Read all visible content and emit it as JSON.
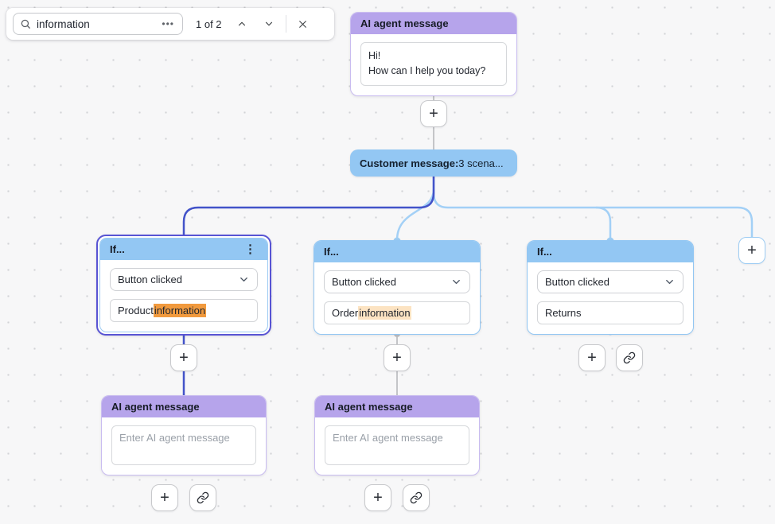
{
  "search_bar": {
    "query": "information",
    "overflow_glyph": "•••",
    "result_count": "1 of 2"
  },
  "icons": {
    "plus_glyph": "+",
    "kebab_vertical_glyph": "⋮"
  },
  "colors": {
    "canvas_background": "#f7f7f8",
    "ai_header_purple": "#b6a4eb",
    "if_header_blue": "#93c7f3",
    "customer_node_blue": "#93c7f3",
    "selected_ring_indigo": "#5854d4",
    "active_path_line": "#4353c9",
    "branch_line_light_blue": "#a3d0f6",
    "idle_line_gray": "#c4c5c8",
    "match_highlight_active": "#f19a3e",
    "match_highlight_inactive": "#fce3c2"
  },
  "nodes": {
    "ai_top": {
      "title": "AI agent message",
      "message_line1": "Hi!",
      "message_line2": "How can I help you today?"
    },
    "customer": {
      "label_bold": "Customer message:",
      "label_rest": "3 scena..."
    },
    "if_nodes": [
      {
        "title": "If...",
        "condition": "Button clicked",
        "text_before": "Product ",
        "match_text": "information"
      },
      {
        "title": "If...",
        "condition": "Button clicked",
        "text_before": "Order ",
        "match_text": "information"
      },
      {
        "title": "If...",
        "condition": "Button clicked",
        "text_before": "Returns",
        "match_text": ""
      }
    ],
    "ai_bottom_left": {
      "title": "AI agent message",
      "placeholder": "Enter AI agent message"
    },
    "ai_bottom_middle": {
      "title": "AI agent message",
      "placeholder": "Enter AI agent message"
    }
  }
}
